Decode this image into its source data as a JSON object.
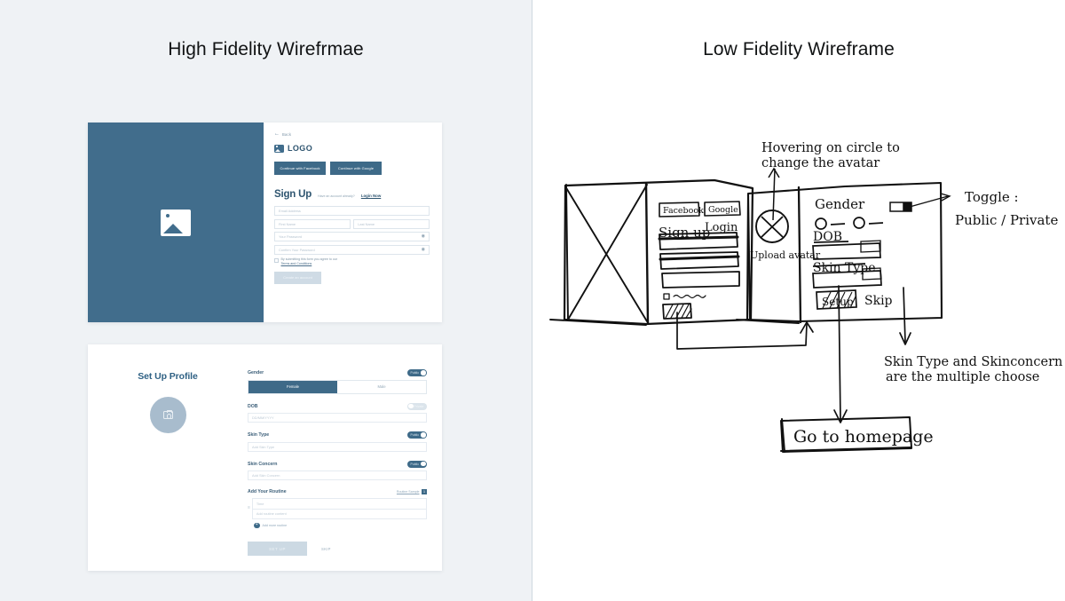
{
  "panels": {
    "left_title": "High Fidelity Wirefrmae",
    "right_title": "Low Fidelity Wireframe"
  },
  "colors": {
    "background": "#EFF2F5",
    "brand_blue": "#416D8C",
    "muted_blue": "#A8BCCD",
    "disabled": "#CCD9E3"
  },
  "signup_screen": {
    "back_label": "Back",
    "back_icon": "arrow-left-icon",
    "logo_icon": "image-placeholder-icon",
    "logo_text": "LOGO",
    "hero_icon": "image-placeholder-icon",
    "oauth": [
      {
        "label": "Continue with Facebook"
      },
      {
        "label": "Continue with Google"
      }
    ],
    "title": "Sign Up",
    "login_prompt": "Have an account already?",
    "login_link": "Login Now",
    "fields": {
      "email": "Email Address",
      "first_name": "First Name",
      "last_name": "Last Name",
      "password": "Your Password",
      "confirm_password": "Confirm Your Password"
    },
    "eye_icon": "eye-icon",
    "terms_text": "By submitting this form you agree to our",
    "terms_link": "Terms and Conditions",
    "submit_label": "Create an account"
  },
  "profile_screen": {
    "title": "Set Up Profile",
    "avatar_icon": "camera-icon",
    "gender": {
      "label": "Gender",
      "toggle": {
        "state": "Public",
        "on": true
      },
      "options": [
        {
          "label": "Female",
          "selected": true
        },
        {
          "label": "Male",
          "selected": false
        }
      ]
    },
    "dob": {
      "label": "DOB",
      "toggle": {
        "state": "Private",
        "on": false
      },
      "placeholder": "DD/MM/YYYY"
    },
    "skin_type": {
      "label": "Skin Type",
      "toggle": {
        "state": "Public",
        "on": true
      },
      "placeholder": "Add Skin Type"
    },
    "skin_concern": {
      "label": "Skin Concern",
      "toggle": {
        "state": "Public",
        "on": true
      },
      "placeholder": "Add Skin Concern"
    },
    "routine": {
      "label": "Add Your Routine",
      "sample_link": "Routine Sample",
      "sample_badge": "1",
      "grip_icon": "drag-handle-icon",
      "time_placeholder": "Time",
      "content_placeholder": "Add routine content",
      "add_more_icon": "plus-circle-icon",
      "add_more_label": "Add more routine"
    },
    "submit_label": "SET UP",
    "skip_label": "SKIP"
  },
  "sketch": {
    "signup_frame": {
      "facebook": "Facebook",
      "google": "Google",
      "sign_up": "Sign up",
      "login": "Login"
    },
    "profile_frame": {
      "upload_avatar": "Upload avatar",
      "gender": "Gender",
      "dob": "DOB",
      "skin_type": "Skin Type",
      "setup": "Setup",
      "skip": "Skip"
    },
    "annotations": {
      "hover_note_line1": "Hovering on circle to",
      "hover_note_line2": "change the avatar",
      "toggle_note_line1": "Toggle :",
      "toggle_note_line2": "Public / Private",
      "multi_note_line1": "Skin Type and Skinconcern",
      "multi_note_line2": "are the multiple choose",
      "homepage_note": "Go to homepage"
    }
  }
}
